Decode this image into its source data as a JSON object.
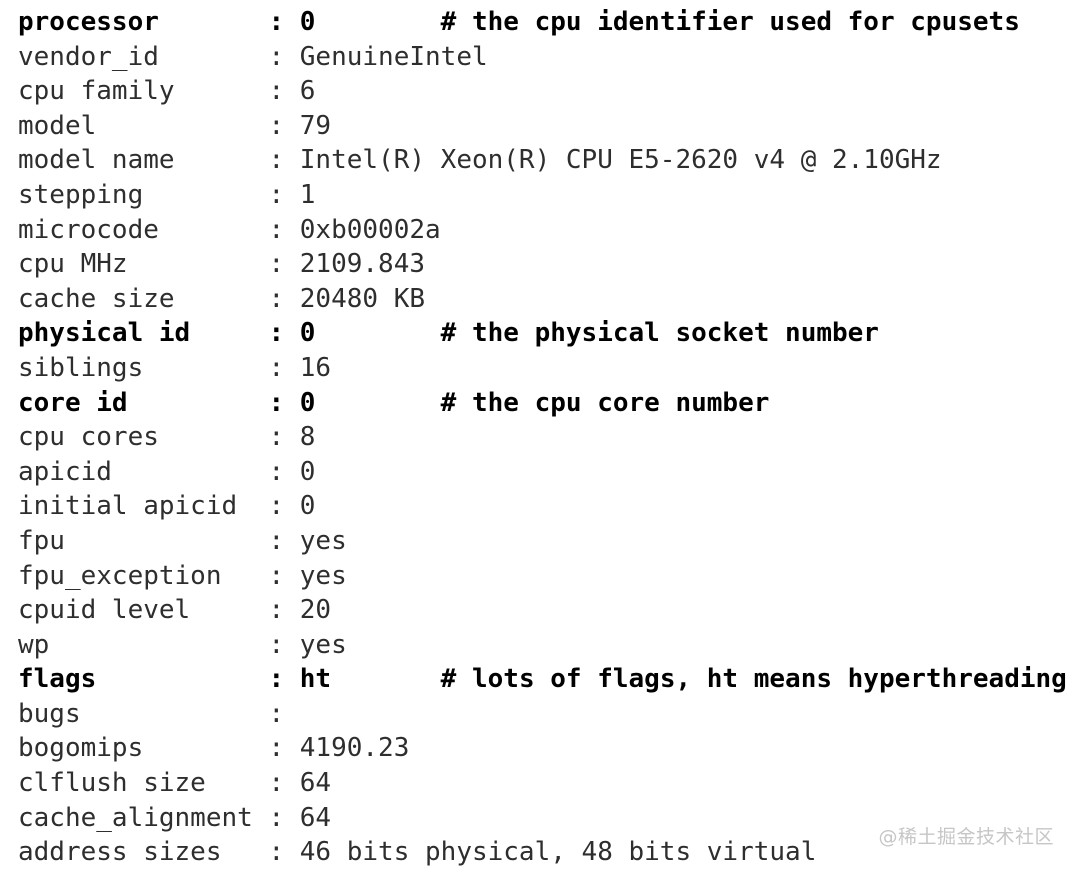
{
  "page": {
    "background": "#ffffff",
    "text_color": "#2e2e2e",
    "bold_color": "#000000"
  },
  "separator": ": ",
  "lines": [
    {
      "key": "processor",
      "value": "0",
      "comment": "# the cpu identifier used for cpusets",
      "bold": true
    },
    {
      "key": "vendor_id",
      "value": "GenuineIntel",
      "comment": "",
      "bold": false
    },
    {
      "key": "cpu family",
      "value": "6",
      "comment": "",
      "bold": false
    },
    {
      "key": "model",
      "value": "79",
      "comment": "",
      "bold": false
    },
    {
      "key": "model name",
      "value": "Intel(R) Xeon(R) CPU E5-2620 v4 @ 2.10GHz",
      "comment": "",
      "bold": false
    },
    {
      "key": "stepping",
      "value": "1",
      "comment": "",
      "bold": false
    },
    {
      "key": "microcode",
      "value": "0xb00002a",
      "comment": "",
      "bold": false
    },
    {
      "key": "cpu MHz",
      "value": "2109.843",
      "comment": "",
      "bold": false
    },
    {
      "key": "cache size",
      "value": "20480 KB",
      "comment": "",
      "bold": false
    },
    {
      "key": "physical id",
      "value": "0",
      "comment": "# the physical socket number",
      "bold": true
    },
    {
      "key": "siblings",
      "value": "16",
      "comment": "",
      "bold": false
    },
    {
      "key": "core id",
      "value": "0",
      "comment": "# the cpu core number",
      "bold": true
    },
    {
      "key": "cpu cores",
      "value": "8",
      "comment": "",
      "bold": false
    },
    {
      "key": "apicid",
      "value": "0",
      "comment": "",
      "bold": false
    },
    {
      "key": "initial apicid",
      "value": "0",
      "comment": "",
      "bold": false
    },
    {
      "key": "fpu",
      "value": "yes",
      "comment": "",
      "bold": false
    },
    {
      "key": "fpu_exception",
      "value": "yes",
      "comment": "",
      "bold": false
    },
    {
      "key": "cpuid level",
      "value": "20",
      "comment": "",
      "bold": false
    },
    {
      "key": "wp",
      "value": "yes",
      "comment": "",
      "bold": false
    },
    {
      "key": "flags",
      "value": "ht",
      "comment": "# lots of flags, ht means hyperthreading",
      "bold": true
    },
    {
      "key": "bugs",
      "value": "",
      "comment": "",
      "bold": false
    },
    {
      "key": "bogomips",
      "value": "4190.23",
      "comment": "",
      "bold": false
    },
    {
      "key": "clflush size",
      "value": "64",
      "comment": "",
      "bold": false
    },
    {
      "key": "cache_alignment",
      "value": "64",
      "comment": "",
      "bold": false
    },
    {
      "key": "address sizes",
      "value": "46 bits physical, 48 bits virtual",
      "comment": "",
      "bold": false
    }
  ],
  "watermark": {
    "text": "@稀土掘金技术社区",
    "color": "#c6c6c6"
  }
}
